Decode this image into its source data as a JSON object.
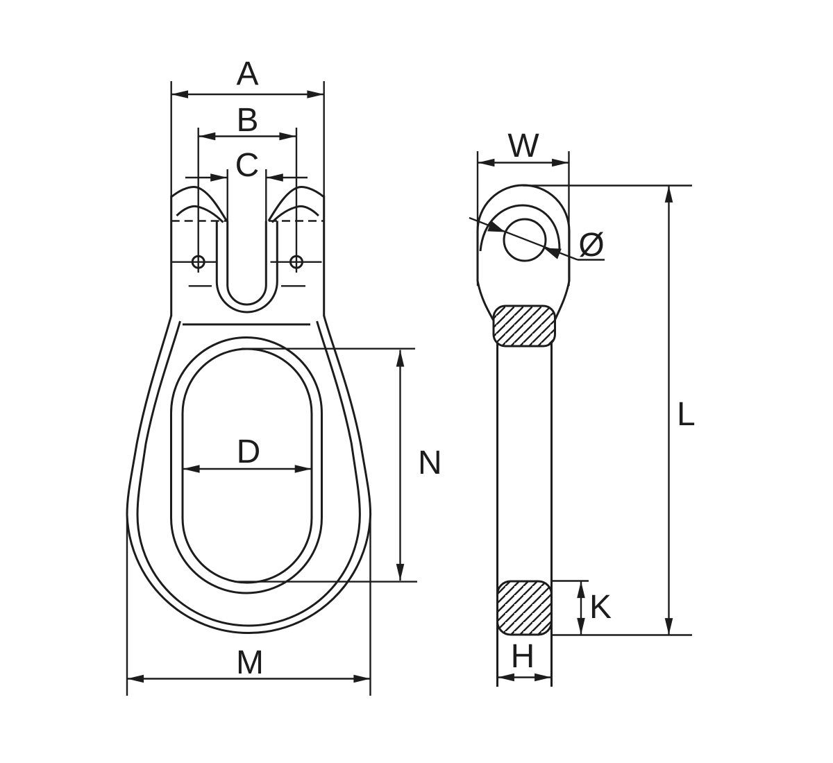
{
  "colors": {
    "line": "#1c1c1c",
    "background": "#ffffff"
  },
  "front_view": {
    "label_a": "A",
    "label_b": "B",
    "label_c": "C",
    "label_d": "D",
    "label_n": "N",
    "label_m": "M"
  },
  "side_view": {
    "label_w": "W",
    "label_diameter": "Ø",
    "label_l": "L",
    "label_k": "K",
    "label_h": "H"
  }
}
